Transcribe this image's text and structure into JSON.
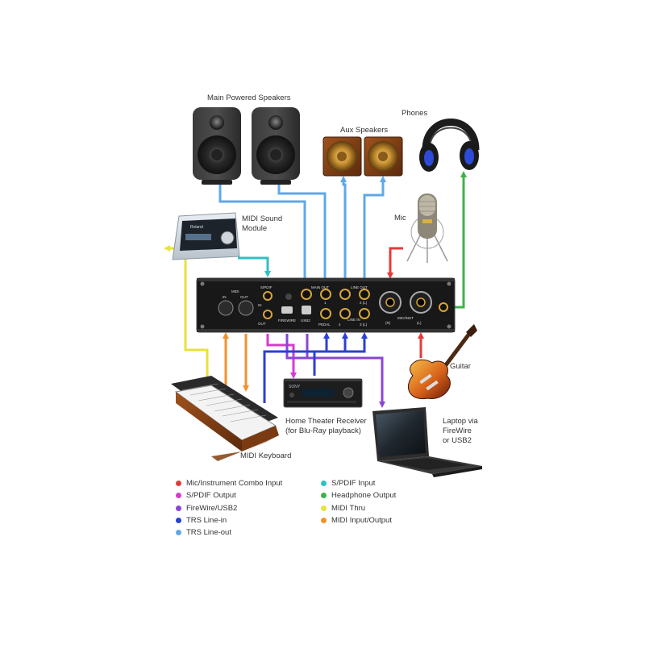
{
  "labels": {
    "main_speakers": "Main Powered Speakers",
    "aux_speakers": "Aux Speakers",
    "phones": "Phones",
    "midi_module": "MIDI Sound\nModule",
    "mic": "Mic",
    "guitar": "Guitar",
    "receiver": "Home Theater Receiver\n(for Blu-Ray playback)",
    "laptop": "Laptop via\nFireWire\nor USB2",
    "keyboard": "MIDI Keyboard"
  },
  "interface_panel": {
    "midi": "MIDI",
    "in": "IN",
    "out": "OUT",
    "spdif": "S/PDIF",
    "spdif_in": "IN",
    "spdif_out": "OUT",
    "firewire": "FIREWIRE",
    "usb2": "USB2",
    "pedal": "PEDAL",
    "main_out": "MAIN OUT",
    "line_out": "LINE OUT",
    "line_in": "LINE IN",
    "mic_inst": "MIC/INST",
    "ch1": "1",
    "ch2": "2 (L)",
    "ch3": "3 (L)",
    "ch4": "4",
    "mic_r": "(R)",
    "mic_l": "(L)"
  },
  "devices": {
    "module_brand": "Roland",
    "receiver_brand": "SONY"
  },
  "legend": {
    "left": [
      {
        "label": "Mic/Instrument Combo Input",
        "color": "#e23b3b"
      },
      {
        "label": "S/PDIF Output",
        "color": "#d63ccf"
      },
      {
        "label": "FireWire/USB2",
        "color": "#8a45d6"
      },
      {
        "label": "TRS Line-in",
        "color": "#2c3fd6"
      },
      {
        "label": "TRS Line-out",
        "color": "#5fa8e6"
      }
    ],
    "right": [
      {
        "label": "S/PDIF Input",
        "color": "#2fc1c1"
      },
      {
        "label": "Headphone Output",
        "color": "#3fb34a"
      },
      {
        "label": "MIDI Thru",
        "color": "#e8e23a"
      },
      {
        "label": "MIDI Input/Output",
        "color": "#f0922e"
      }
    ]
  }
}
